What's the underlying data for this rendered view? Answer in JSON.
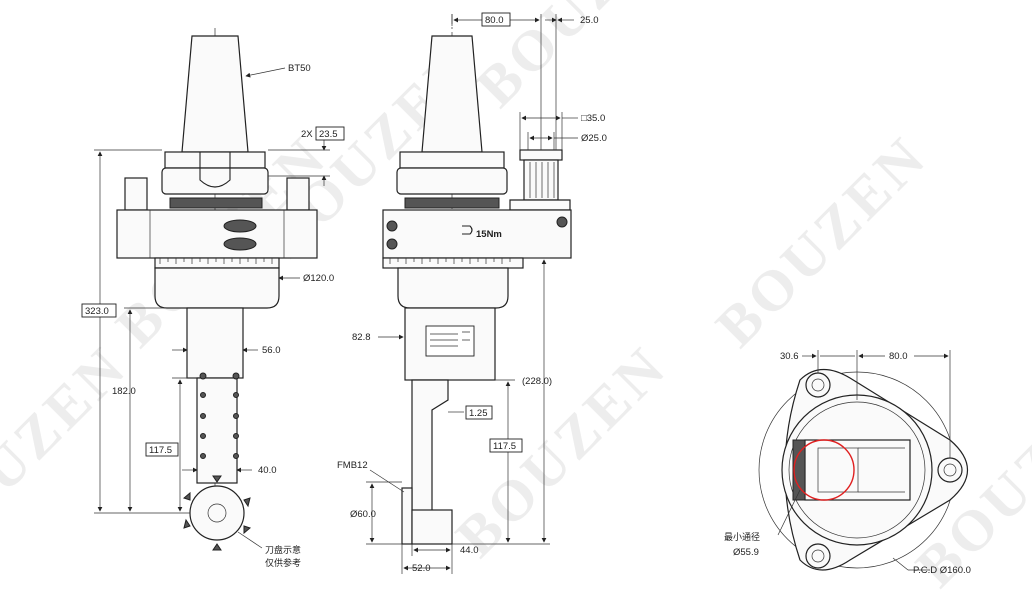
{
  "watermark": "BOUZEN",
  "front_view": {
    "taper_label": "BT50",
    "overall_length": "323.0",
    "key_width_prefix": "2X",
    "key_width": "23.5",
    "flange_dia": "Ø120.0",
    "arm_width": "56.0",
    "arm_length": "182.0",
    "lower_length": "117.5",
    "arm_tip_width": "40.0",
    "cutter_note_line1": "刀盘示意",
    "cutter_note_line2": "仅供参考"
  },
  "side_view": {
    "offset_top": "80.0",
    "offset_right": "25.0",
    "stop_block_square": "□35.0",
    "stop_block_dia": "Ø25.0",
    "torque_label": "15Nm",
    "housing_offset": "82.8",
    "spindle_length": "(228.0)",
    "tilt": "1.25",
    "lower_length": "117.5",
    "nut_label": "FMB12",
    "spindle_dia": "Ø60.0",
    "nose_width": "44.0",
    "base_width": "52.0"
  },
  "bottom_view": {
    "dim_left": "30.6",
    "dim_right": "80.0",
    "min_bore_label": "最小通径",
    "min_bore_dia": "Ø55.9",
    "pcd": "P.C.D Ø160.0"
  }
}
